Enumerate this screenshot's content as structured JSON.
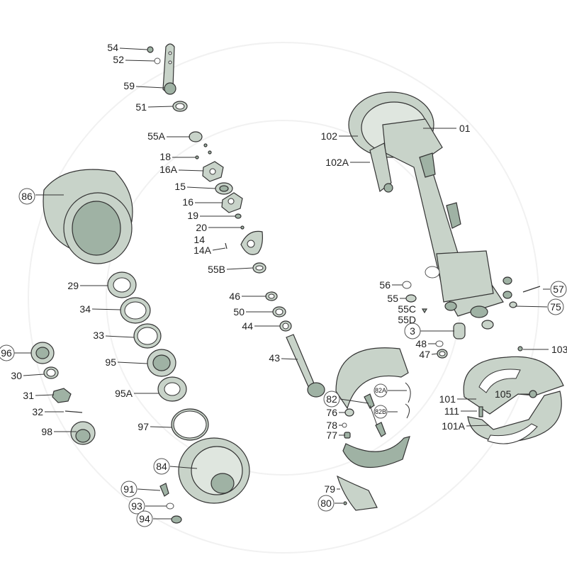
{
  "title": "Axle and brake assembly exploded parts diagram",
  "callouts": [
    "54",
    "52",
    "59",
    "51",
    "55A",
    "18",
    "16A",
    "15",
    "16",
    "19",
    "20",
    "14",
    "14A",
    "55B",
    "46",
    "50",
    "44",
    "43",
    "86",
    "29",
    "34",
    "33",
    "96",
    "30",
    "95",
    "95A",
    "31",
    "32",
    "98",
    "97",
    "84",
    "91",
    "93",
    "94",
    "102",
    "01",
    "102A",
    "56",
    "55",
    "55C",
    "55D",
    "3",
    "48",
    "47",
    "57",
    "75",
    "103",
    "82A",
    "82",
    "82B",
    "76",
    "78",
    "77",
    "105",
    "101",
    "111",
    "101A",
    "79",
    "80"
  ],
  "colors": {
    "part_fill": "#c8d3c9",
    "part_dark": "#9fb2a4",
    "line": "#333333"
  }
}
